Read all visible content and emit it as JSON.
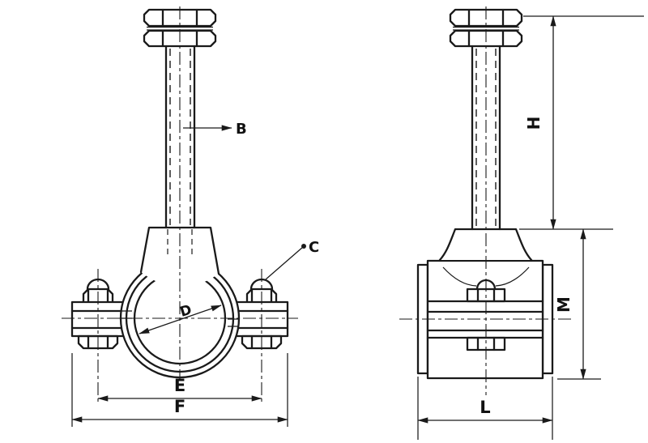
{
  "drawing": {
    "title": "pipe-clamp-two-view-dimension-drawing",
    "background": "#ffffff",
    "line_color": "#1a1a1a",
    "views": {
      "front": "front-view",
      "side": "side-view"
    }
  },
  "labels": {
    "b": "B",
    "c": "C",
    "d": "D",
    "e": "E",
    "f": "F",
    "h": "H",
    "m": "M",
    "l": "L"
  }
}
